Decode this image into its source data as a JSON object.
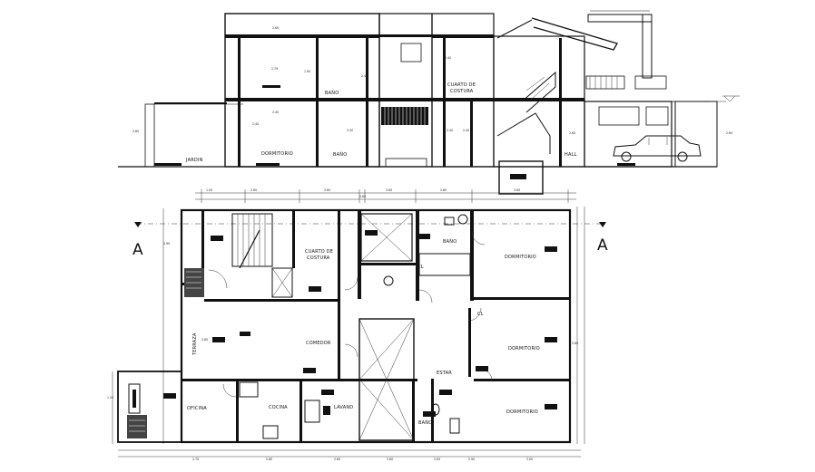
{
  "section": {
    "labels": {
      "jardin": "JARDIN",
      "dormitorio": "DORMITORIO",
      "bano_lower": "BAÑO",
      "bano_upper": "BAÑO",
      "cuarto_costura_1": "CUARTO DE",
      "cuarto_costura_2": "COSTURA",
      "hall": "HALL"
    },
    "dims": [
      "2.60",
      "2.60",
      "2.40",
      "2.40",
      "1.90",
      "2.79",
      "2.40",
      "3.30",
      "2.40",
      "2.40",
      "2.60",
      "2.40",
      "2.60"
    ]
  },
  "plan": {
    "section_marker_left": "A",
    "section_marker_right": "A",
    "rooms": {
      "cuarto_costura_1": "CUARTO DE",
      "cuarto_costura_2": "COSTURA",
      "bano_top": "BAÑO",
      "dormitorio_1": "DORMITORIO",
      "cl_1": "CL",
      "cl_2": "CL",
      "comedor": "COMEDOR",
      "terraza": "TERRAZA",
      "dormitorio_2": "DORMITORIO",
      "estar": "ESTAR",
      "oficina": "OFICINA",
      "cocina": "COCINA",
      "lavand": "LAVAND",
      "bano_bottom": "BAÑO",
      "dormitorio_3": "DORMITORIO"
    },
    "dims_top": [
      "1.00",
      "2.60",
      "3.60",
      "0.80",
      "3.60",
      "2.80",
      "3.60"
    ],
    "dims_bottom": [
      "2.70",
      "2.80",
      "2.60",
      "2.60",
      "3.00",
      "2.90",
      "3.00"
    ],
    "dims_inner": [
      "2.80",
      "2.80",
      "0.90",
      "1.20"
    ]
  }
}
